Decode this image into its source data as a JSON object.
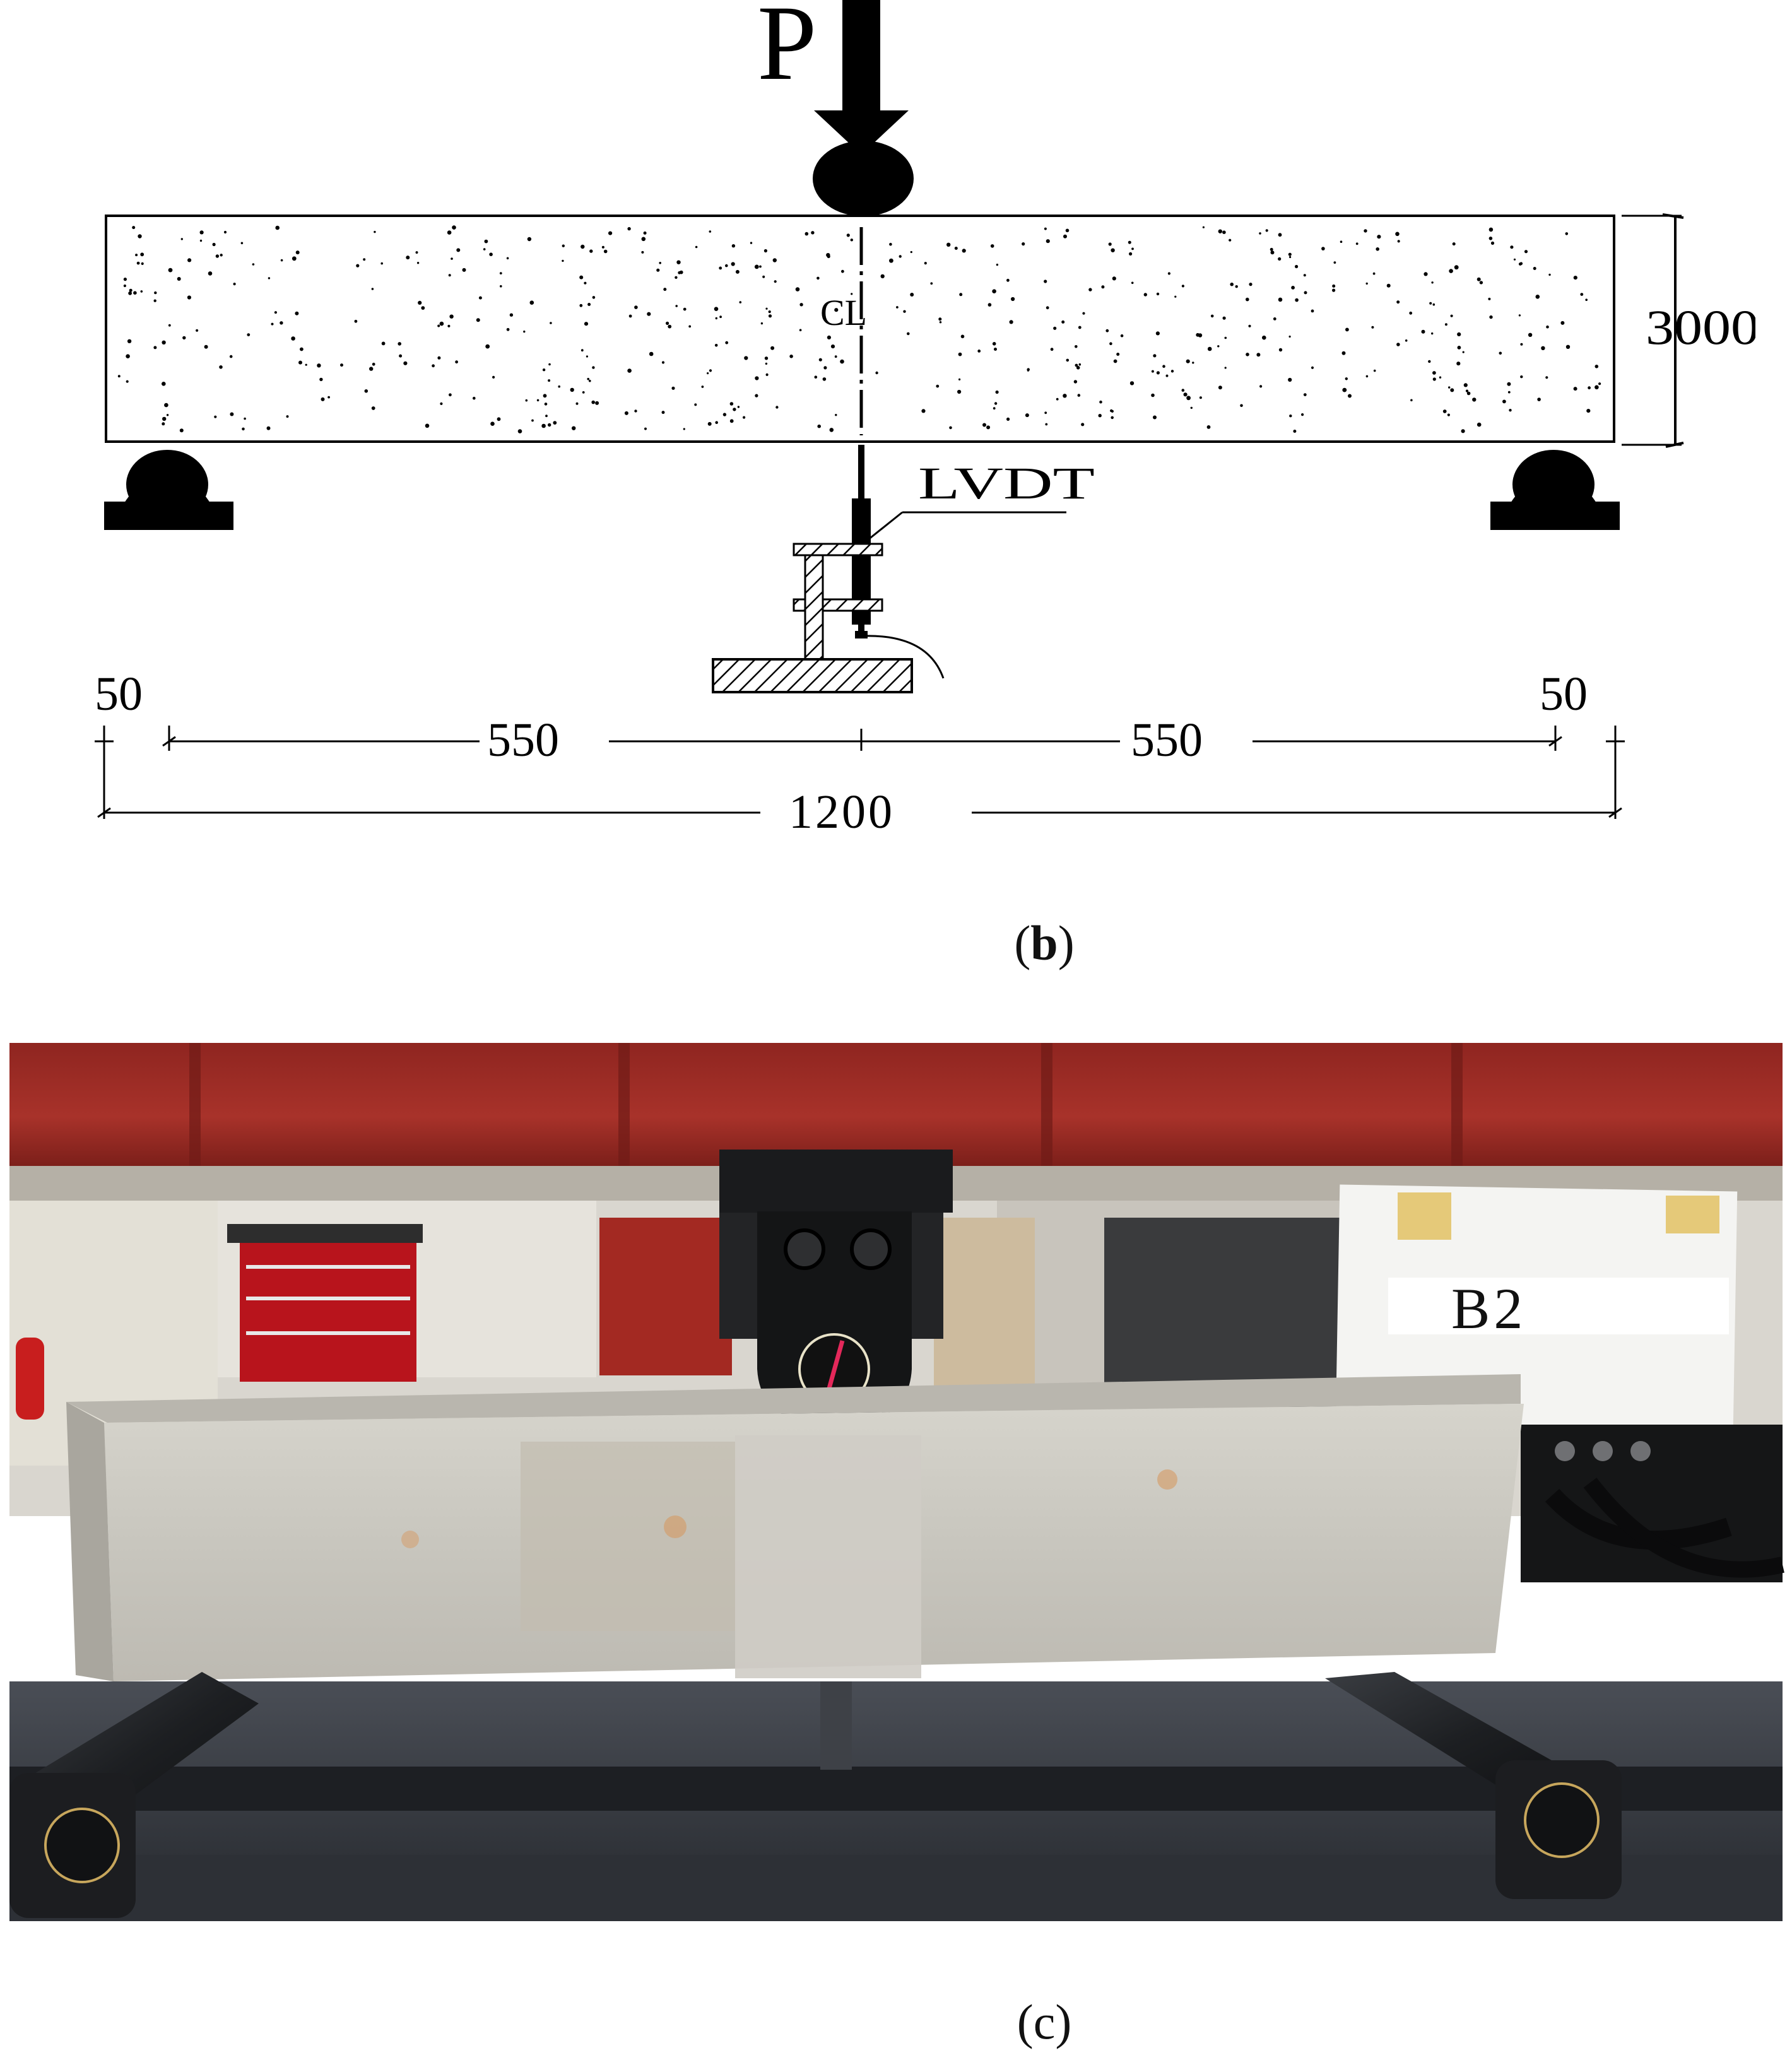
{
  "panel_b": {
    "load_label": "P",
    "centerline_label": "CL",
    "height_label": "3000",
    "lvdt_label": "LVDT",
    "dim_left_overhang": "50",
    "dim_right_overhang": "50",
    "dim_left_span": "550",
    "dim_right_span": "550",
    "dim_total": "1200",
    "caption_letter": "b"
  },
  "panel_c": {
    "specimen_tag": "B2",
    "caption_letter": "c"
  },
  "colors": {
    "frame_red": "#9c2a22",
    "concrete": "#c9c7bf",
    "steel_dark": "#2a2c30",
    "ink": "#000000"
  }
}
